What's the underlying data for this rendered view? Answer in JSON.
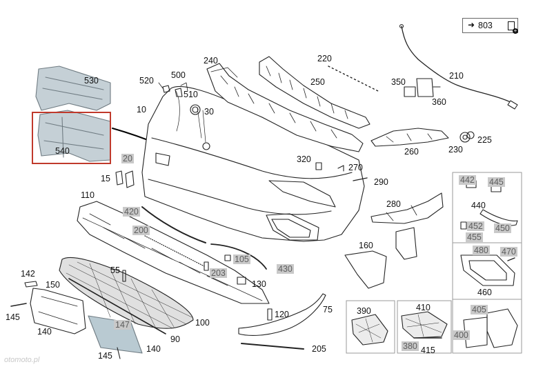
{
  "reference_box": {
    "arrow": "➜",
    "target": "803",
    "icon": "document-plus-icon"
  },
  "labels": {
    "p530": "530",
    "p540": "540",
    "p10": "10",
    "p520": "520",
    "p500": "500",
    "p510": "510",
    "p30": "30",
    "p240": "240",
    "p220": "220",
    "p250": "250",
    "p210": "210",
    "p350": "350",
    "p360": "360",
    "p225": "225",
    "p230": "230",
    "p260": "260",
    "p320": "320",
    "p270": "270",
    "p290": "290",
    "p20": "20",
    "p15": "15",
    "p110": "110",
    "p420": "420",
    "p200": "200",
    "p280": "280",
    "p160": "160",
    "p55": "55",
    "p105": "105",
    "p203": "203",
    "p430": "430",
    "p130": "130",
    "p142": "142",
    "p150": "150",
    "p145a": "145",
    "p140a": "140",
    "p147": "147",
    "p100": "100",
    "p90": "90",
    "p140b": "140",
    "p145b": "145",
    "p120": "120",
    "p75": "75",
    "p205": "205",
    "p442": "442",
    "p445": "445",
    "p440": "440",
    "p452": "452",
    "p450": "450",
    "p455": "455",
    "p480": "480",
    "p470": "470",
    "p460": "460",
    "p390": "390",
    "p410": "410",
    "p380": "380",
    "p415": "415",
    "p405": "405",
    "p400": "400"
  },
  "watermark": "otomoto.pl"
}
